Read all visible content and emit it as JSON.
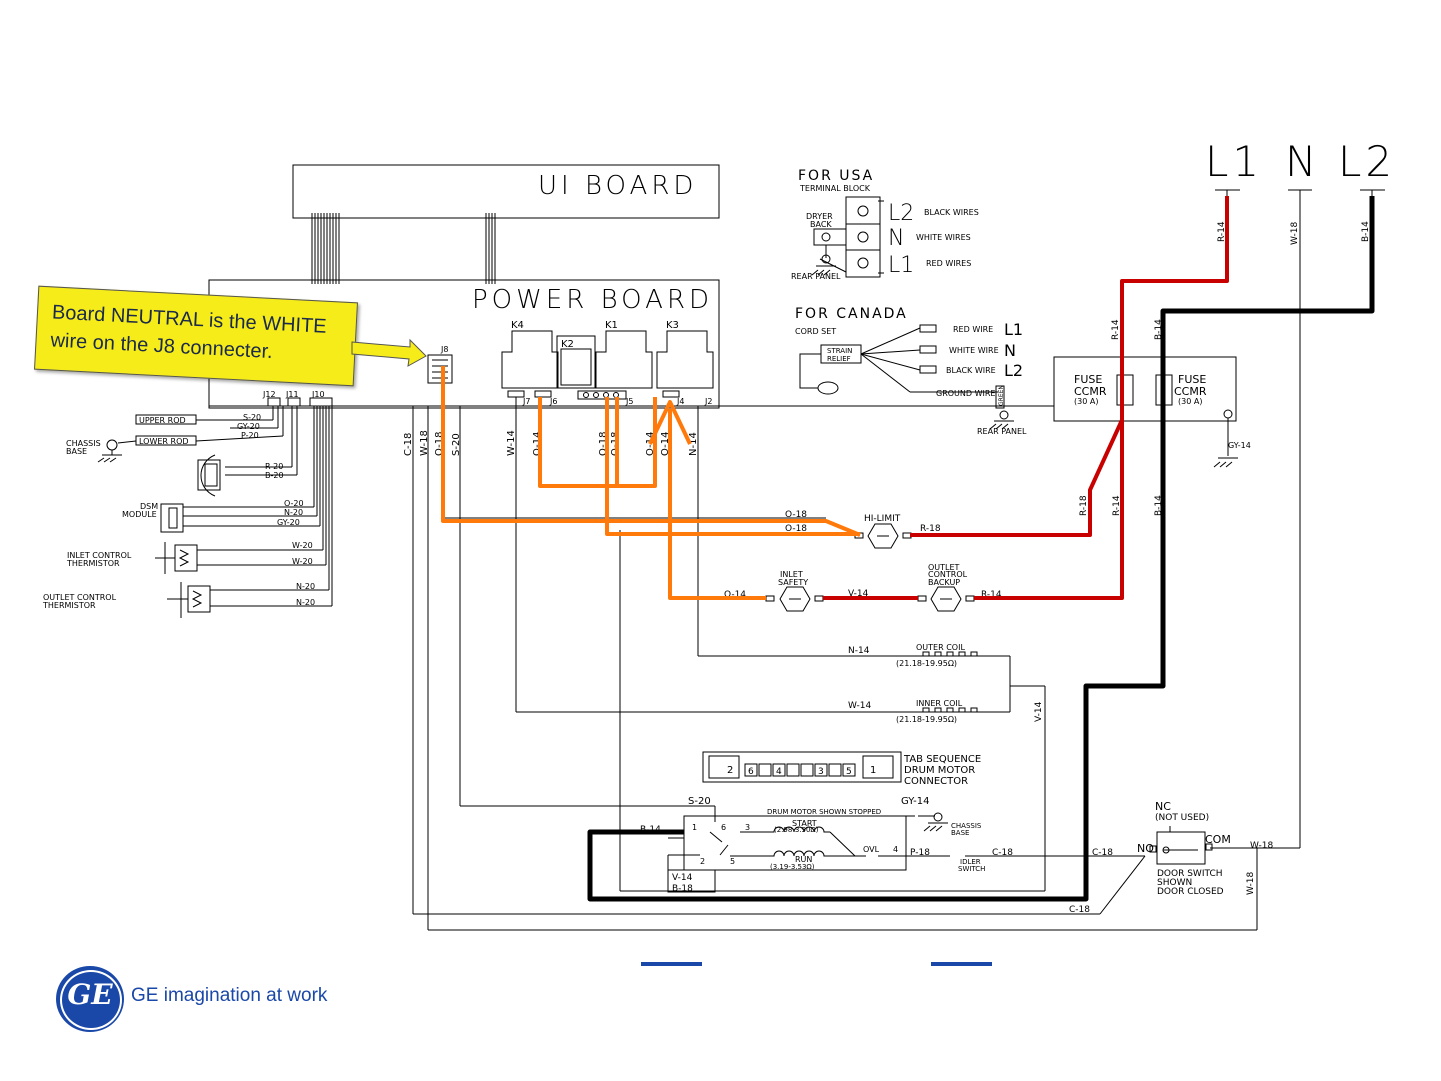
{
  "header": {
    "line_labels": [
      "L1",
      "N",
      "L2"
    ],
    "line_wires": [
      "R-14",
      "W-18",
      "B-14"
    ]
  },
  "boards": {
    "ui_board": "UI BOARD",
    "power_board": "POWER BOARD",
    "relays": [
      "K4",
      "K2",
      "K1",
      "K3"
    ],
    "connectors": [
      "J7",
      "J6",
      "J5",
      "J4",
      "J2",
      "J8",
      "J12",
      "J11",
      "J10"
    ]
  },
  "callout": {
    "line1": "Board NEUTRAL is the WHITE",
    "line2": "wire on the J8 connecter."
  },
  "usa": {
    "title": "FOR USA",
    "subtitle": "TERMINAL BLOCK",
    "dryer_back": [
      "DRYER",
      "BACK"
    ],
    "rear_panel": "REAR PANEL",
    "terminals": [
      {
        "label": "L2",
        "desc": "BLACK WIRES"
      },
      {
        "label": "N",
        "desc": "WHITE WIRES"
      },
      {
        "label": "L1",
        "desc": "RED WIRES"
      }
    ]
  },
  "canada": {
    "title": "FOR CANADA",
    "cord_set": "CORD SET",
    "strain": [
      "STRAIN",
      "RELIEF"
    ],
    "wires": [
      {
        "desc": "RED WIRE",
        "label": "L1"
      },
      {
        "desc": "WHITE WIRE",
        "label": "N"
      },
      {
        "desc": "BLACK WIRE",
        "label": "L2"
      }
    ],
    "ground": "GROUND WIRE",
    "green": "GREEN",
    "rear_panel": "REAR PANEL"
  },
  "fuses": {
    "left": [
      "FUSE",
      "CCMR",
      "(30 A)"
    ],
    "right": [
      "FUSE",
      "CCMR",
      "(30 A)"
    ],
    "wires": [
      "R-14",
      "B-14",
      "GY-14",
      "R-18",
      "R-14",
      "B-14"
    ]
  },
  "left_side": {
    "upper_rod": "UPPER ROD",
    "lower_rod": "LOWER ROD",
    "chassis_base": [
      "CHASSIS",
      "BASE"
    ],
    "dsm": [
      "DSM",
      "MODULE"
    ],
    "inlet": [
      "INLET CONTROL",
      "THERMISTOR"
    ],
    "outlet": [
      "OUTLET CONTROL",
      "THERMISTOR"
    ],
    "wires_j12": [
      "S-20",
      "GY-20",
      "P-20"
    ],
    "wires_motor": [
      "R-20",
      "B-20"
    ],
    "wires_dsm": [
      "O-20",
      "N-20",
      "GY-20"
    ],
    "wires_inlet": [
      "W-20",
      "W-20"
    ],
    "wires_outlet": [
      "N-20",
      "N-20"
    ]
  },
  "vertical_wires": [
    "C-18",
    "W-18",
    "O-18",
    "S-20",
    "W-14",
    "O-14",
    "O-18",
    "O-18",
    "O-14",
    "O-14",
    "N-14"
  ],
  "heater": {
    "hi_limit": "HI-LIMIT",
    "o18a": "O-18",
    "o18b": "O-18",
    "r18": "R-18",
    "inlet_safety": [
      "INLET",
      "SAFETY"
    ],
    "outlet_backup": [
      "OUTLET",
      "CONTROL",
      "BACKUP"
    ],
    "o14": "O-14",
    "v14": "V-14",
    "r14": "R-14",
    "outer_coil": "OUTER COIL",
    "outer_ohms": "(21.18-19.95Ω)",
    "inner_coil": "INNER COIL",
    "inner_ohms": "(21.18-19.95Ω)",
    "n14": "N-14",
    "w14": "W-14",
    "v14b": "V-14"
  },
  "motor": {
    "tab_sequence": [
      "TAB SEQUENCE",
      "DRUM MOTOR",
      "CONNECTOR"
    ],
    "pins": [
      "2",
      "6",
      "4",
      "3",
      "5",
      "1"
    ],
    "shown_stopped": "DRUM MOTOR SHOWN STOPPED",
    "start": "START",
    "start_ohms": "(2.98-3.50Ω)",
    "run": "RUN",
    "run_ohms": "(3.19-3.53Ω)",
    "ovl": "OVL",
    "s20": "S-20",
    "gy14": "GY-14",
    "b14": "B-14",
    "v14": "V-14",
    "b18": "B-18",
    "p18": "P-18",
    "c18a": "C-18",
    "c18b": "C-18",
    "c18c": "C-18",
    "chassis": [
      "CHASSIS",
      "BASE"
    ],
    "idler": [
      "IDLER",
      "SWITCH"
    ],
    "nums": [
      "1",
      "6",
      "3",
      "2",
      "5",
      "4"
    ]
  },
  "door": {
    "nc": "NC",
    "not_used": "(NOT USED)",
    "no": "NO",
    "com": "COM",
    "w18": "W-18",
    "w18b": "W-18",
    "label": [
      "DOOR SWITCH",
      "SHOWN",
      "DOOR CLOSED"
    ]
  },
  "footer": {
    "logo": "GE",
    "tagline": "GE imagination at work"
  },
  "colors": {
    "orange": "#ff7a0a",
    "red": "#c80000",
    "black": "#000000",
    "callout_bg": "#f6ec19",
    "ge_blue": "#1a48a8"
  }
}
